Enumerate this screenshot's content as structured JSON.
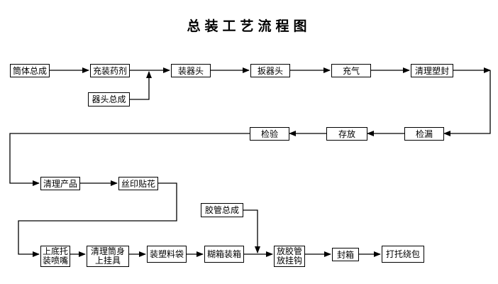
{
  "title": "总装工艺流程图",
  "nodes": {
    "n1": "筒体总成",
    "n2": "充装药剂",
    "n3": "器头总成",
    "n4": "装器头",
    "n5": "扳器头",
    "n6": "充气",
    "n7": "清理塑封",
    "n8": "检漏",
    "n9": "存放",
    "n10": "检验",
    "n11": "清理产品",
    "n12": "丝印贴花",
    "n13": "上底托\n装喷嘴",
    "n14": "清理筒身\n上挂具",
    "n15": "装塑料袋",
    "n16": "糊箱装箱",
    "n17": "胶管总成",
    "n18": "放胶管\n放挂钩",
    "n19": "封箱",
    "n20": "打托绕包"
  }
}
